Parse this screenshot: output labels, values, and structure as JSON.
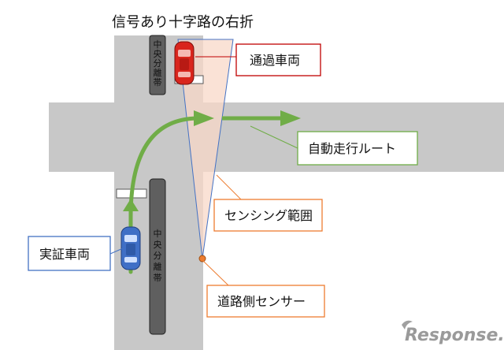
{
  "title": "信号あり十字路の右折",
  "labels": {
    "passing_vehicle": "通過車両",
    "auto_route": "自動走行ルート",
    "sensing_range": "センシング範囲",
    "test_vehicle": "実証車両",
    "roadside_sensor": "道路側センサー"
  },
  "median_label": [
    "中",
    "央",
    "分",
    "離",
    "帯"
  ],
  "logo": "Response.",
  "colors": {
    "road": "#c8c8c8",
    "median": "#5f5f5f",
    "route_arrow": "#70ad47",
    "sensing_fill": "#f8d8c8",
    "sensing_stroke": "#4472c4",
    "callout_green": "#70ad47",
    "callout_orange": "#ed7d31",
    "callout_red": "#c00000",
    "callout_blue": "#4472c4",
    "car_red": "#d9251d",
    "car_blue": "#3f6fc6"
  }
}
